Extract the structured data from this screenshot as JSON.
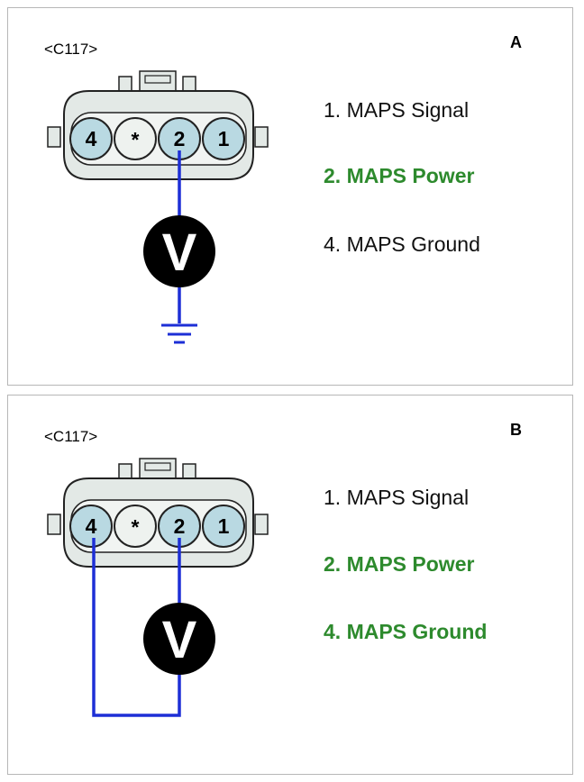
{
  "panels": [
    {
      "id": "A",
      "connector": "<C117>",
      "letter": "A",
      "pins": [
        "4",
        "*",
        "2",
        "1"
      ],
      "meter_symbol": "V",
      "legend": [
        {
          "text": "1. MAPS Signal",
          "active": false
        },
        {
          "text": "2. MAPS Power",
          "active": true
        },
        {
          "text": "4. MAPS Ground",
          "active": false
        }
      ]
    },
    {
      "id": "B",
      "connector": "<C117>",
      "letter": "B",
      "pins": [
        "4",
        "*",
        "2",
        "1"
      ],
      "meter_symbol": "V",
      "legend": [
        {
          "text": "1. MAPS Signal",
          "active": false
        },
        {
          "text": "2. MAPS Power",
          "active": true
        },
        {
          "text": "4. MAPS Ground",
          "active": true
        }
      ]
    }
  ],
  "colors": {
    "active_legend": "#2d8a2d",
    "wire": "#1d2fd6",
    "pin_fill": "#b9d9e2",
    "pin_blank_fill": "#eef2ef",
    "connector_body": "#e3e9e6",
    "meter_fill": "#000000"
  }
}
